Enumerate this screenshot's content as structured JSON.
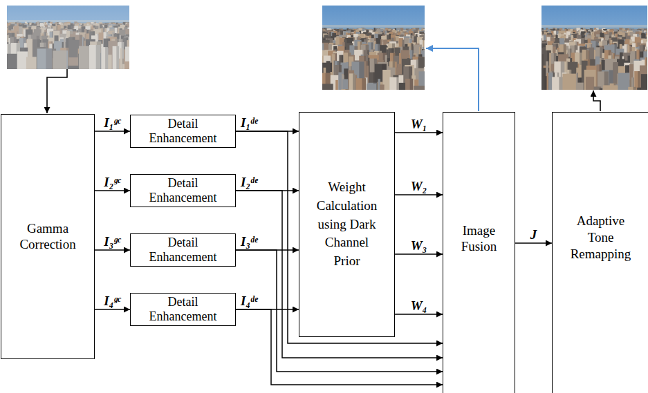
{
  "diagram": {
    "nodes": [
      {
        "text": [
          "Gamma Correction"
        ]
      },
      {
        "text": [
          "Detail Enhancement"
        ]
      },
      {
        "text": [
          "Detail Enhancement"
        ]
      },
      {
        "text": [
          "Detail Enhancement"
        ]
      },
      {
        "text": [
          "Detail Enhancement"
        ]
      },
      {
        "text": [
          "Weight Calculation using Dark Channel Prior"
        ]
      },
      {
        "text": [
          "Image Fusion"
        ]
      },
      {
        "text": [
          "Adaptive Tone Remapping"
        ]
      }
    ],
    "edges": [
      {
        "from": 0,
        "to": 1,
        "label": "I₁ᵍᶜ",
        "arrow": "to"
      },
      {
        "from": 0,
        "to": 2,
        "label": "I₂ᵍᶜ",
        "arrow": "to"
      },
      {
        "from": 0,
        "to": 3,
        "label": "I₃ᵍᶜ",
        "arrow": "to"
      },
      {
        "from": 0,
        "to": 4,
        "label": "I₄ᵍᶜ",
        "arrow": "to"
      },
      {
        "from": 1,
        "to": 5,
        "label": "I₁ᵈᵉ",
        "arrow": "to"
      },
      {
        "from": 2,
        "to": 5,
        "label": "I₂ᵈᵉ",
        "arrow": "to"
      },
      {
        "from": 3,
        "to": 5,
        "label": "I₃ᵈᵉ",
        "arrow": "to"
      },
      {
        "from": 4,
        "to": 5,
        "label": "I₄ᵈᵉ",
        "arrow": "to"
      },
      {
        "from": 1,
        "to": 6,
        "arrow": "to"
      },
      {
        "from": 2,
        "to": 6,
        "arrow": "to"
      },
      {
        "from": 3,
        "to": 6,
        "arrow": "to"
      },
      {
        "from": 4,
        "to": 6,
        "arrow": "to"
      },
      {
        "from": 5,
        "to": 6,
        "label": "W₁",
        "arrow": "to"
      },
      {
        "from": 5,
        "to": 6,
        "label": "W₂",
        "arrow": "to"
      },
      {
        "from": 5,
        "to": 6,
        "label": "W₃",
        "arrow": "to"
      },
      {
        "from": 5,
        "to": 6,
        "label": "W₄",
        "arrow": "to"
      },
      {
        "from": 6,
        "to": 7,
        "label": "J",
        "arrow": "to"
      }
    ]
  }
}
